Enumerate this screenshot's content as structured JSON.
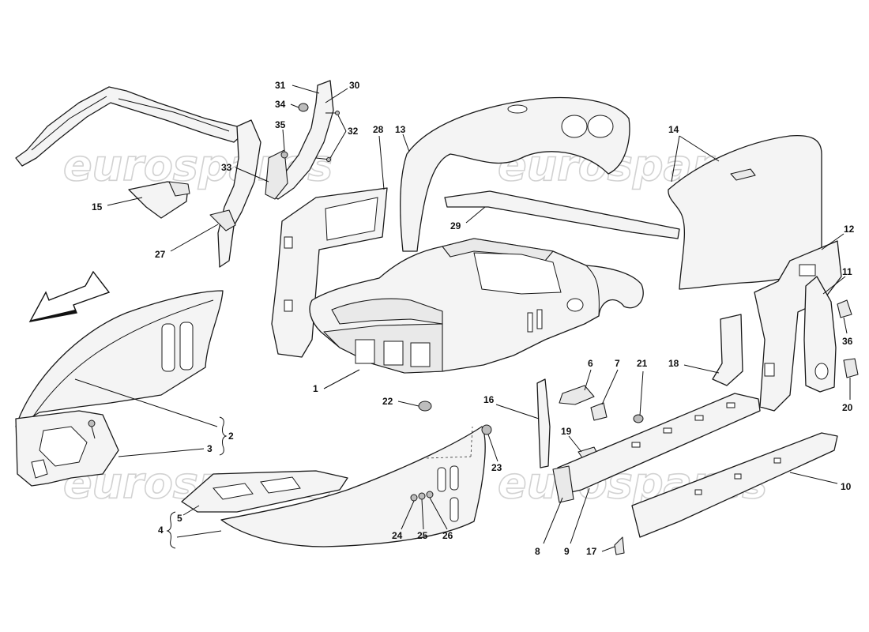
{
  "watermark": "eurospares",
  "direction_arrow_icon": "front-direction-arrow-icon",
  "callouts": [
    "1",
    "2",
    "3",
    "4",
    "5",
    "6",
    "7",
    "8",
    "9",
    "10",
    "11",
    "12",
    "13",
    "14",
    "15",
    "16",
    "17",
    "18",
    "19",
    "20",
    "21",
    "22",
    "23",
    "24",
    "25",
    "26",
    "27",
    "28",
    "29",
    "30",
    "31",
    "32",
    "33",
    "34",
    "35",
    "36"
  ]
}
